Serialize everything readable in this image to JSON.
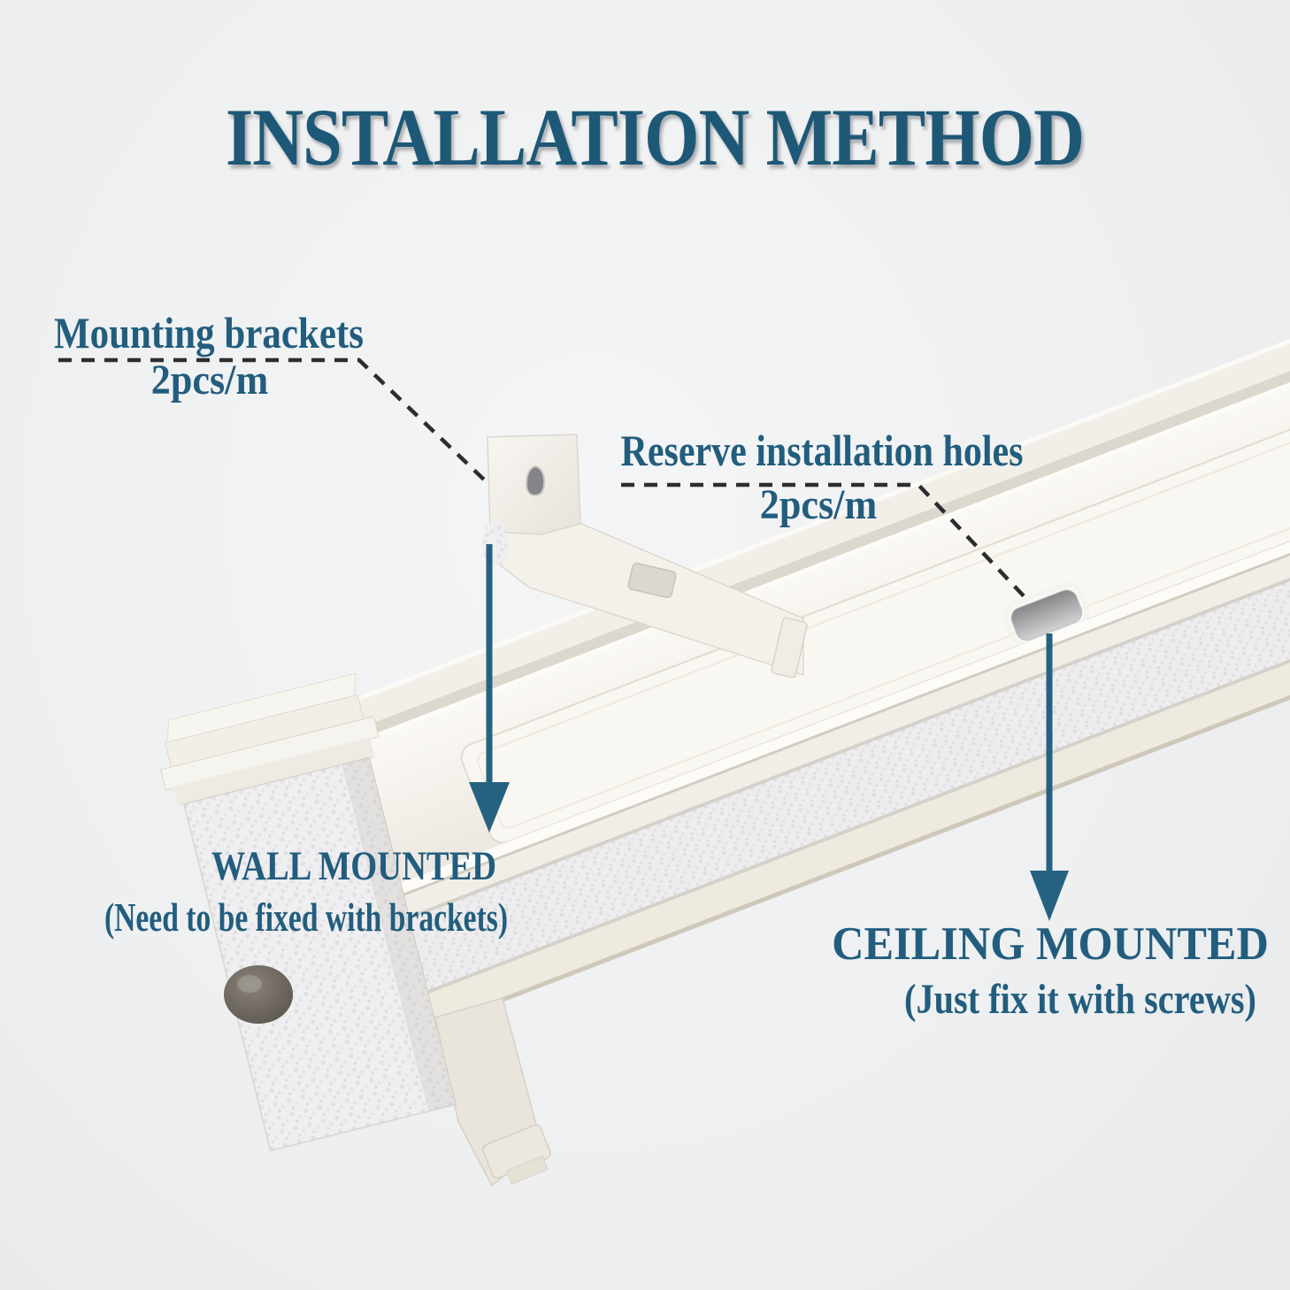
{
  "title": {
    "text": "INSTALLATION METHOD"
  },
  "annotations": {
    "mounting_brackets": {
      "label": "Mounting brackets",
      "qty": "2pcs/m"
    },
    "reserve_holes": {
      "label": "Reserve installation holes",
      "qty": "2pcs/m"
    },
    "wall_mounted": {
      "heading": "WALL MOUNTED",
      "note": "(Need to be fixed with brackets)"
    },
    "ceiling_mounted": {
      "heading": "CEILING MOUNTED",
      "note": "(Just fix it with screws)"
    }
  },
  "illustration": {
    "description": "White curtain track shown diagonally with decorative end cap, velcro strip, L-shaped mounting bracket clipped on top and a reserved screw hole in the top surface",
    "parts": [
      "curtain-track",
      "raised-channel",
      "reserve-installation-hole",
      "end-cap",
      "end-cap-foam-face",
      "end-roller-knob",
      "bottom-clip-tab",
      "mounting-bracket",
      "bracket-plate",
      "bracket-screw-hole",
      "bracket-arm",
      "bracket-arm-slot",
      "bracket-clip"
    ]
  },
  "colors": {
    "title_teal": "#1e5877",
    "label_teal": "#225d7e",
    "arrow_teal": "#266181",
    "dashed_line": "#2d2d2f",
    "background": "#edeff0",
    "track_white": "#f6f3ed"
  }
}
